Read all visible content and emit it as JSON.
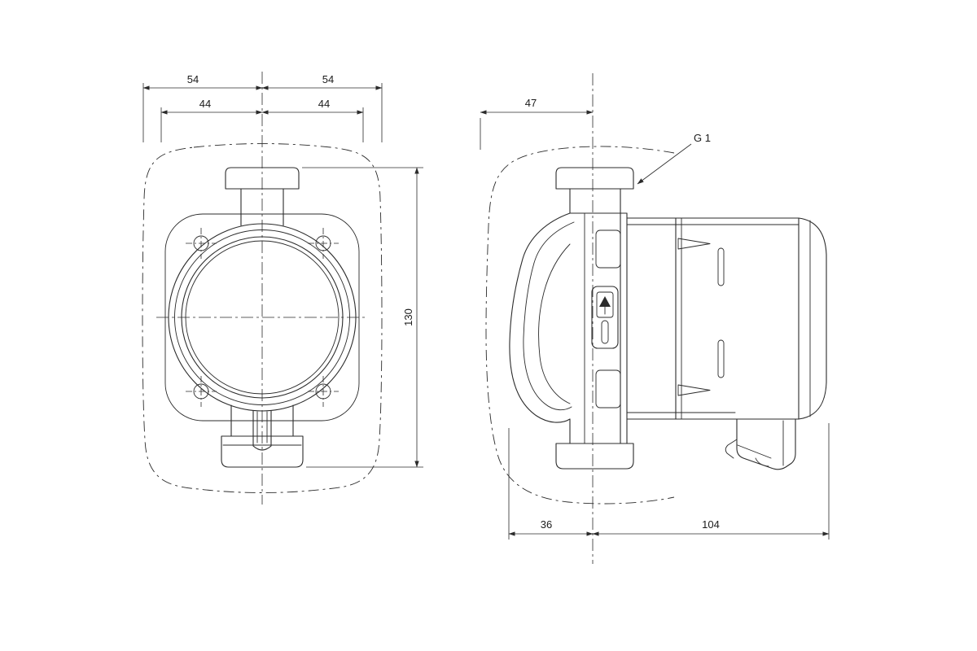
{
  "front_view": {
    "dim_54_left": "54",
    "dim_54_right": "54",
    "dim_44_left": "44",
    "dim_44_right": "44",
    "dim_130": "130"
  },
  "side_view": {
    "dim_47": "47",
    "thread_label": "G 1",
    "dim_36": "36",
    "dim_104": "104"
  }
}
